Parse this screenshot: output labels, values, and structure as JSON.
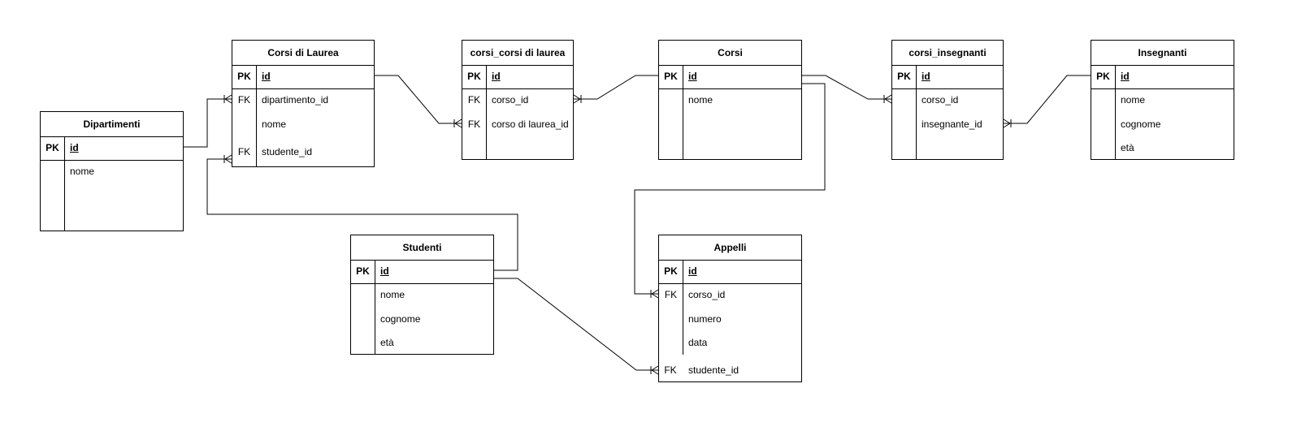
{
  "entities": [
    {
      "id": "corsi_di_laurea",
      "title": "Corsi di Laurea",
      "rows": [
        {
          "key": "PK",
          "name": "id",
          "pk": true
        },
        {
          "key": "FK",
          "name": "dipartimento_id"
        },
        {
          "key": "",
          "name": "nome"
        },
        {
          "key": "FK",
          "name": "studente_id"
        }
      ]
    },
    {
      "id": "corsi_corsi_di_laurea",
      "title": "corsi_corsi di laurea",
      "rows": [
        {
          "key": "PK",
          "name": "id",
          "pk": true
        },
        {
          "key": "FK",
          "name": "corso_id"
        },
        {
          "key": "FK",
          "name": "corso di laurea_id"
        }
      ]
    },
    {
      "id": "corsi",
      "title": "Corsi",
      "rows": [
        {
          "key": "PK",
          "name": "id",
          "pk": true
        },
        {
          "key": "",
          "name": "nome"
        }
      ]
    },
    {
      "id": "corsi_insegnanti",
      "title": "corsi_insegnanti",
      "rows": [
        {
          "key": "PK",
          "name": "id",
          "pk": true
        },
        {
          "key": "",
          "name": "corso_id"
        },
        {
          "key": "",
          "name": "insegnante_id"
        }
      ]
    },
    {
      "id": "insegnanti",
      "title": "Insegnanti",
      "rows": [
        {
          "key": "PK",
          "name": "id",
          "pk": true
        },
        {
          "key": "",
          "name": "nome"
        },
        {
          "key": "",
          "name": "cognome"
        },
        {
          "key": "",
          "name": "età"
        }
      ]
    },
    {
      "id": "dipartimenti",
      "title": "Dipartimenti",
      "rows": [
        {
          "key": "PK",
          "name": "id",
          "pk": true
        },
        {
          "key": "",
          "name": "nome"
        }
      ]
    },
    {
      "id": "studenti",
      "title": "Studenti",
      "rows": [
        {
          "key": "PK",
          "name": "id",
          "pk": true
        },
        {
          "key": "",
          "name": "nome"
        },
        {
          "key": "",
          "name": "cognome"
        },
        {
          "key": "",
          "name": "età"
        }
      ]
    },
    {
      "id": "appelli",
      "title": "Appelli",
      "rows": [
        {
          "key": "PK",
          "name": "id",
          "pk": true
        },
        {
          "key": "FK",
          "name": "corso_id"
        },
        {
          "key": "",
          "name": "numero"
        },
        {
          "key": "",
          "name": "data"
        },
        {
          "key": "FK",
          "name": "studente_id"
        }
      ]
    }
  ],
  "relationships": [
    {
      "from": "dipartimenti.id",
      "to": "corsi_di_laurea.dipartimento_id",
      "notation": "one-to-many"
    },
    {
      "from": "studenti.id",
      "to": "corsi_di_laurea.studente_id",
      "notation": "one-to-many"
    },
    {
      "from": "corsi_di_laurea.id",
      "to": "corsi_corsi_di_laurea.corso di laurea_id",
      "notation": "one-to-many"
    },
    {
      "from": "corsi.id",
      "to": "corsi_corsi_di_laurea.corso_id",
      "notation": "one-to-many"
    },
    {
      "from": "corsi.id",
      "to": "corsi_insegnanti.corso_id",
      "notation": "one-to-many"
    },
    {
      "from": "insegnanti.id",
      "to": "corsi_insegnanti.insegnante_id",
      "notation": "one-to-many"
    },
    {
      "from": "corsi.id",
      "to": "appelli.corso_id",
      "notation": "one-to-many"
    },
    {
      "from": "studenti.id",
      "to": "appelli.studente_id",
      "notation": "one-to-many"
    }
  ]
}
